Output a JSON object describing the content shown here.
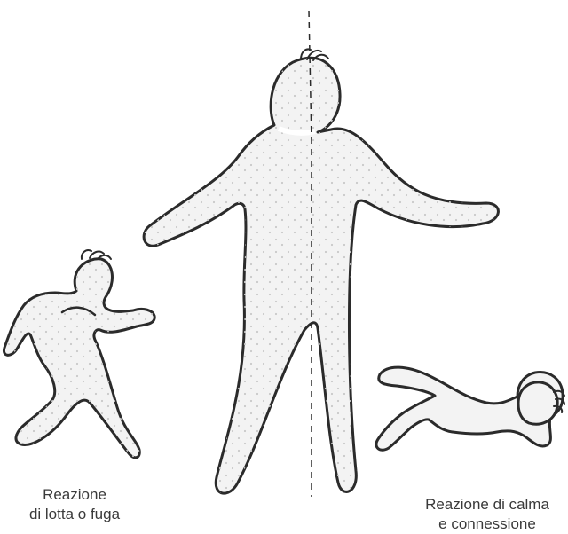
{
  "labels": {
    "left": {
      "line1": "Reazione",
      "line2": "di lotta o fuga"
    },
    "right": {
      "line1": "Reazione di calma",
      "line2": "e connessione"
    }
  },
  "colors": {
    "outline": "#2b2b2b",
    "fill": "#f3f3f3",
    "dots": "#c9c9c9",
    "text": "#3a3a3a"
  },
  "figures": [
    "standing-figure",
    "running-figure",
    "lying-figure"
  ]
}
